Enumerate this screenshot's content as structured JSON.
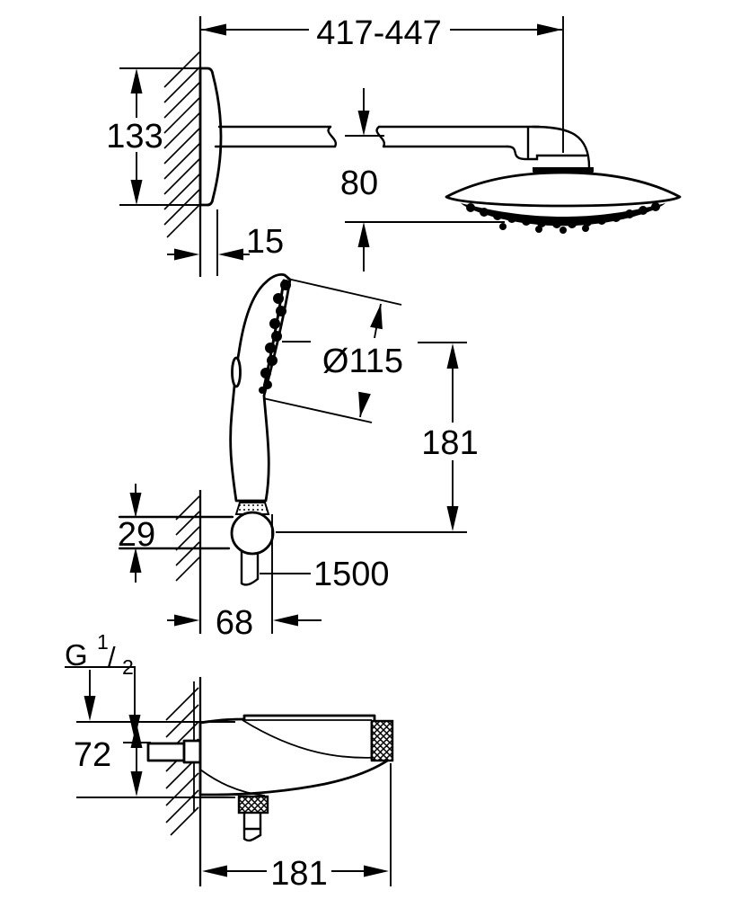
{
  "meta": {
    "background": "#ffffff",
    "ink": "#000000",
    "drawing_style": "technical dimension drawing"
  },
  "figures": {
    "head_shower": {
      "arm_reach": "417-447",
      "wall_plate_height": "133",
      "head_drop": "80",
      "wall_plate_depth": "15"
    },
    "hand_shower": {
      "spray_diameter": "Ø115",
      "holder_height": "181",
      "bracket_thickness": "29",
      "hose_length": "1500",
      "bracket_reach": "68"
    },
    "mixer": {
      "thread": {
        "prefix": "G",
        "numerator": "1",
        "slash": "/",
        "denominator": "2"
      },
      "body_height": "72",
      "body_width": "181"
    }
  }
}
